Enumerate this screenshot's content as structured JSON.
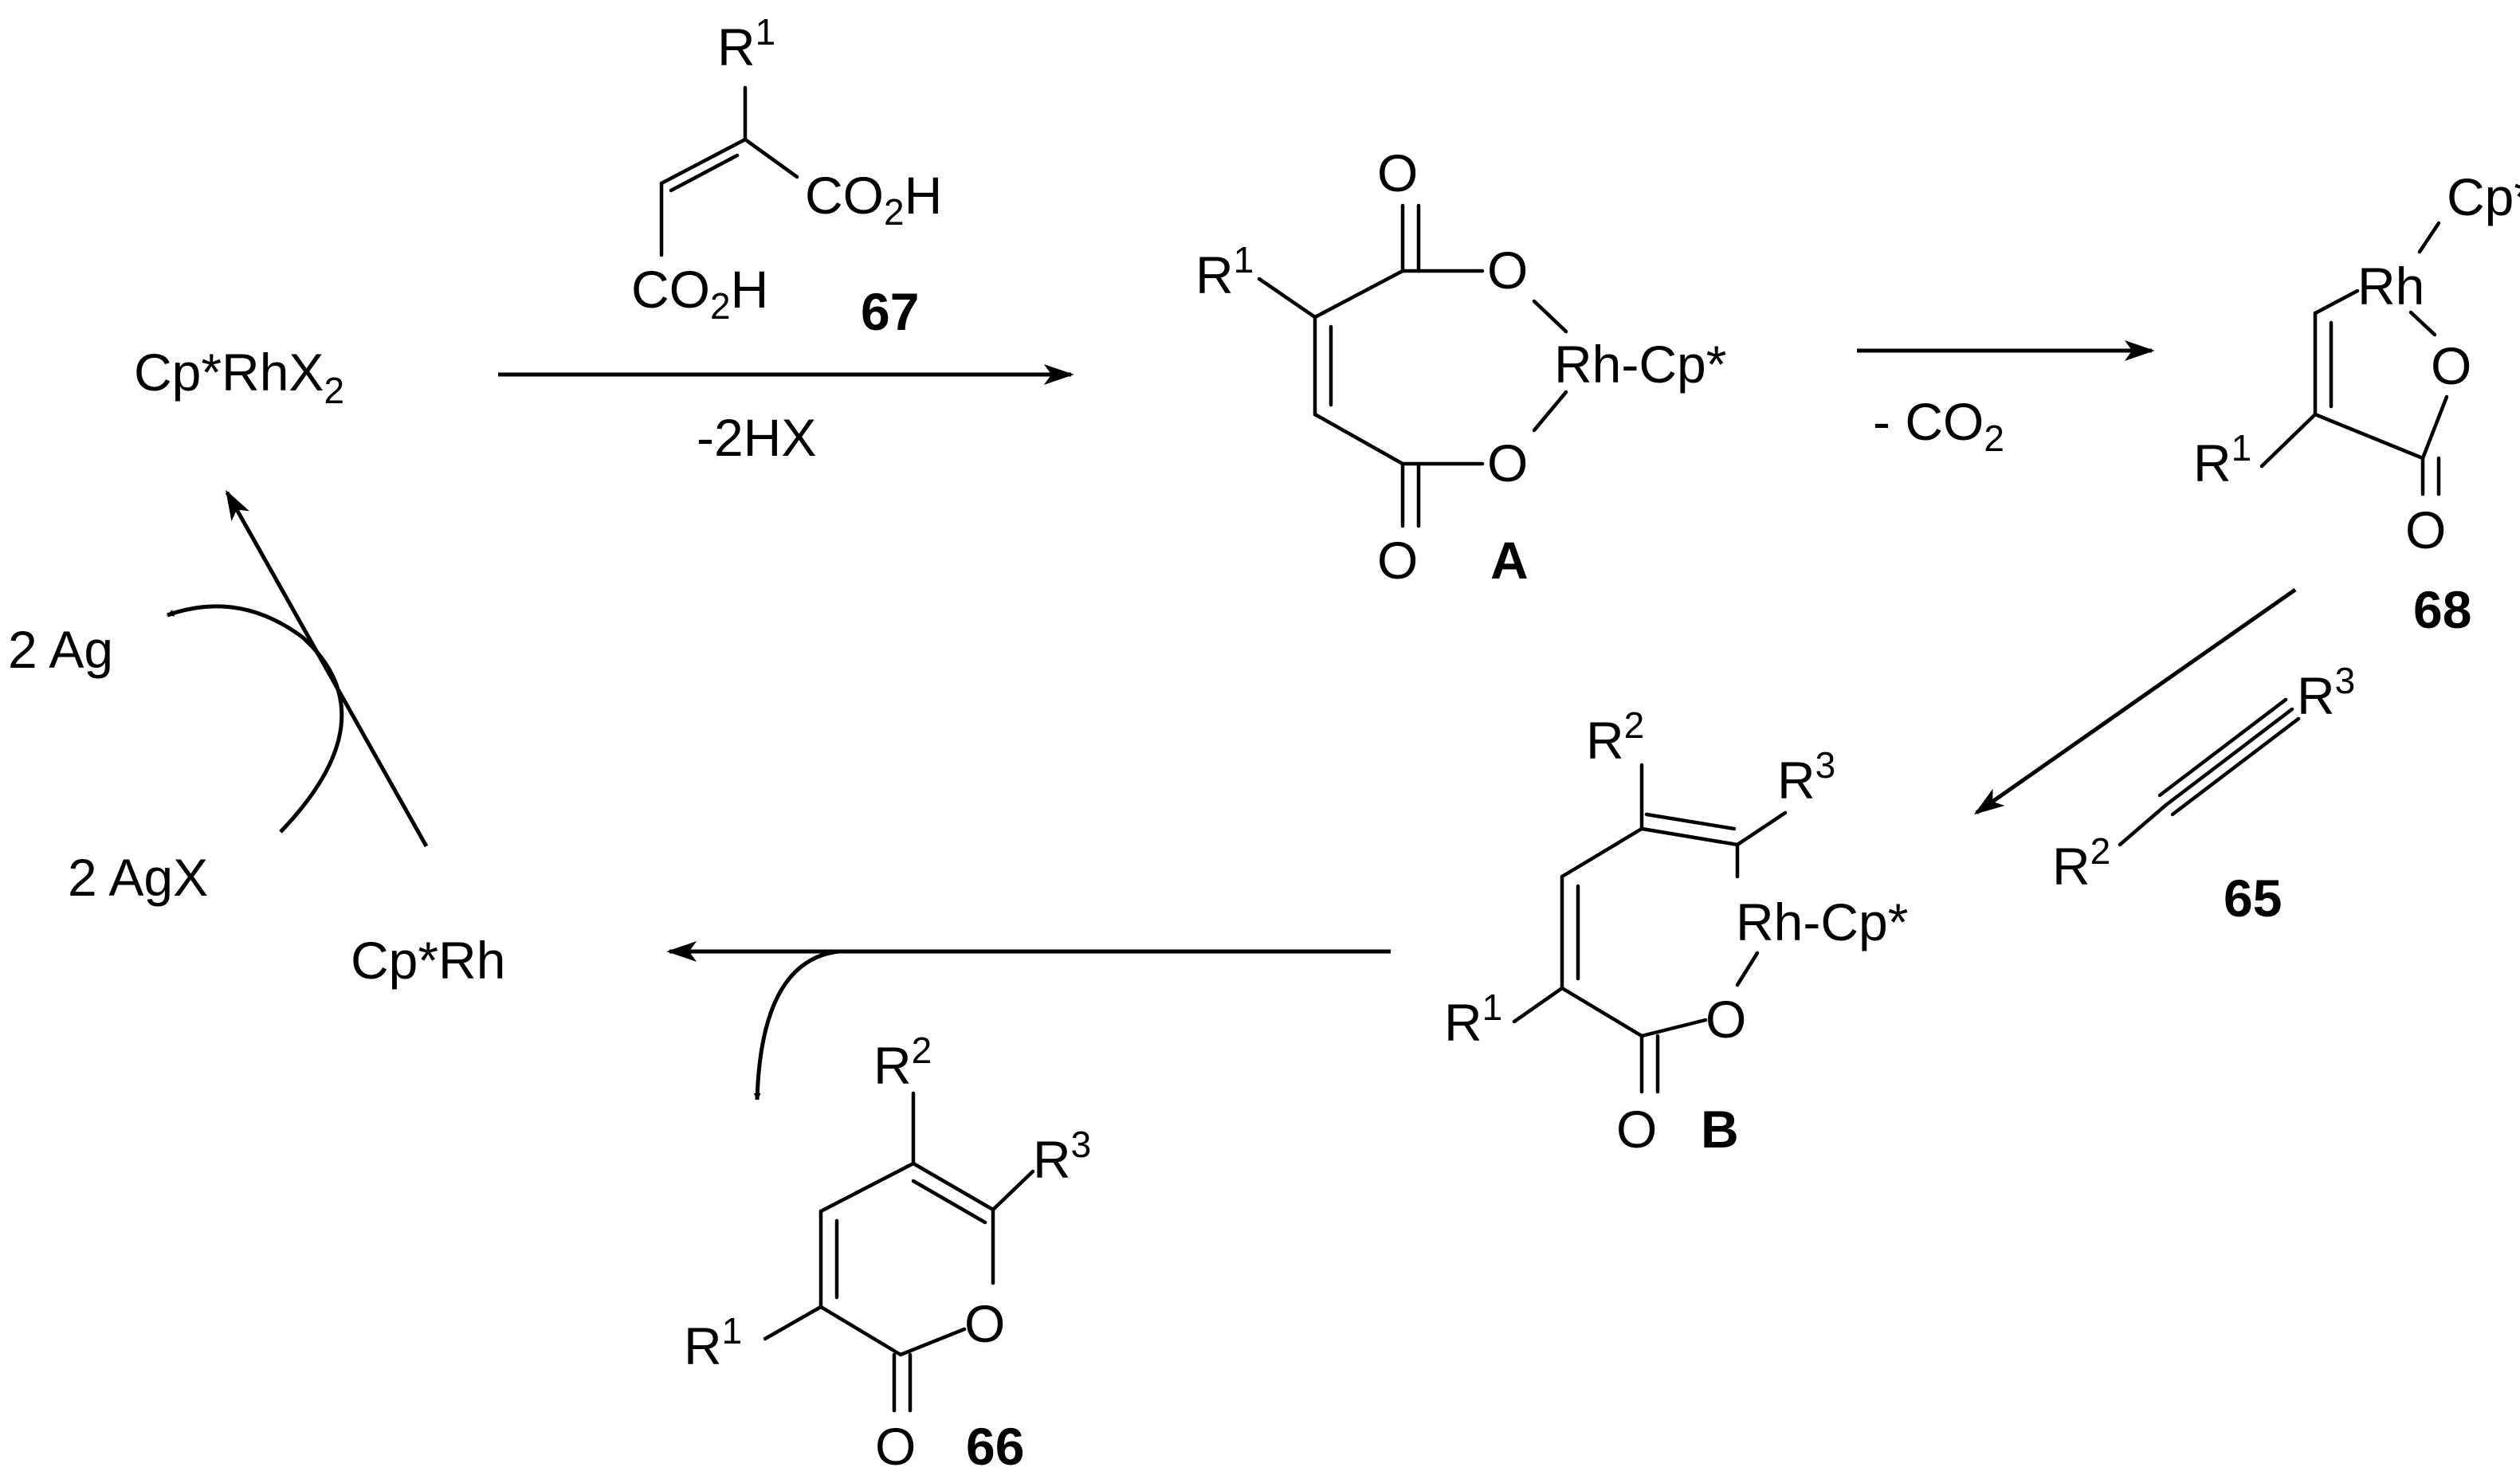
{
  "labels": {
    "cp_rhx2_base": "Cp*RhX",
    "cp_rhx2_sub": "2",
    "cp_rh": "Cp*Rh",
    "two_ag": "2 Ag",
    "two_agx": "2 AgX",
    "minus_2hx": "-2HX",
    "minus_co2_base": "- CO",
    "minus_co2_sub": "2"
  },
  "compounds": {
    "c67": "67",
    "cA": "A",
    "c68": "68",
    "c65": "65",
    "cB": "B",
    "c66": "66"
  },
  "atoms": {
    "O": "O",
    "Rh": "Rh",
    "Cp_star": "Cp*",
    "R": "R",
    "one": "1",
    "two": "2",
    "three": "3",
    "H": "H",
    "CO": "CO",
    "bond_dash": "-"
  }
}
